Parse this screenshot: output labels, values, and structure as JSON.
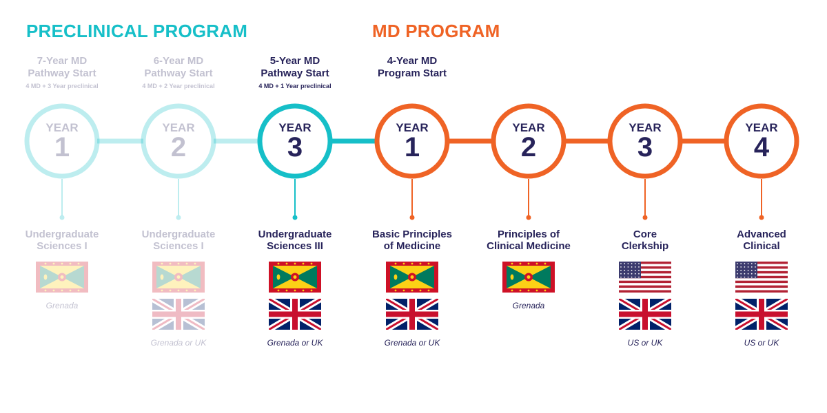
{
  "headings": {
    "preclinical": "PRECLINICAL PROGRAM",
    "md": "MD PROGRAM"
  },
  "colors": {
    "teal": "#16bfc8",
    "orange": "#ef6325",
    "navy": "#27235a"
  },
  "columns": [
    {
      "start_title": "7-Year MD\nPathway Start",
      "start_sub": "4 MD + 3 Year preclinical",
      "year_word": "YEAR",
      "year_num": "1",
      "course": "Undergraduate\nSciences I",
      "location": "Grenada",
      "flags": [
        "grenada-flag"
      ],
      "faded": true,
      "program": "preclinical"
    },
    {
      "start_title": "6-Year MD\nPathway Start",
      "start_sub": "4 MD + 2 Year preclinical",
      "year_word": "YEAR",
      "year_num": "2",
      "course": "Undergraduate\nSciences I",
      "location": "Grenada or UK",
      "flags": [
        "grenada-flag",
        "uk-flag"
      ],
      "faded": true,
      "program": "preclinical"
    },
    {
      "start_title": "5-Year MD\nPathway Start",
      "start_sub": "4 MD + 1 Year preclinical",
      "year_word": "YEAR",
      "year_num": "3",
      "course": "Undergraduate\nSciences III",
      "location": "Grenada or UK",
      "flags": [
        "grenada-flag",
        "uk-flag"
      ],
      "faded": false,
      "program": "preclinical"
    },
    {
      "start_title": "4-Year MD\nProgram Start",
      "start_sub": "",
      "year_word": "YEAR",
      "year_num": "1",
      "course": "Basic Principles\nof Medicine",
      "location": "Grenada or UK",
      "flags": [
        "grenada-flag",
        "uk-flag"
      ],
      "faded": false,
      "program": "md"
    },
    {
      "start_title": "",
      "start_sub": "",
      "year_word": "YEAR",
      "year_num": "2",
      "course": "Principles of\nClinical Medicine",
      "location": "Grenada",
      "flags": [
        "grenada-flag"
      ],
      "faded": false,
      "program": "md"
    },
    {
      "start_title": "",
      "start_sub": "",
      "year_word": "YEAR",
      "year_num": "3",
      "course": "Core\nClerkship",
      "location": "US or UK",
      "flags": [
        "us-flag",
        "uk-flag"
      ],
      "faded": false,
      "program": "md"
    },
    {
      "start_title": "",
      "start_sub": "",
      "year_word": "YEAR",
      "year_num": "4",
      "course": "Advanced\nClinical",
      "location": "US or UK",
      "flags": [
        "us-flag",
        "uk-flag"
      ],
      "faded": false,
      "program": "md"
    }
  ]
}
